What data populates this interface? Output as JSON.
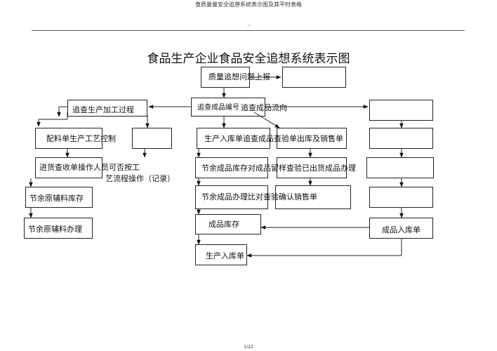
{
  "header": {
    "doc_title": "食质量量安全追想系统表示图及其平时表格",
    "mark": "·'"
  },
  "title": "食品生产企业食品安全追想系统表示图",
  "nodes": {
    "quality_report": "质量追想问题上报",
    "trace_code": "追查成品编号",
    "trace_flow": "追查成品流向",
    "trace_process": "追查生产加工过程",
    "formula_control": "配料单生产工艺控制",
    "purchase_check": "进货查收单操作人员可否按工",
    "process_record": "艺流程操作（记录）",
    "material_stock": "节余原辅料库存",
    "material_handle": "节余原辅料办理",
    "prod_inbound_check": "生产入库单追查成品查验单出库及销售单",
    "leftover_stock_check": "节余成品库存对成品留样查验已出货成品办理",
    "leftover_handle_check": "节余成品办理比对查验确认销售单",
    "product_stock": "成品库存",
    "prod_inbound_slip": "生产入库单",
    "product_inbound_slip": "成品入库单"
  },
  "footer": {
    "page": "1/22"
  }
}
